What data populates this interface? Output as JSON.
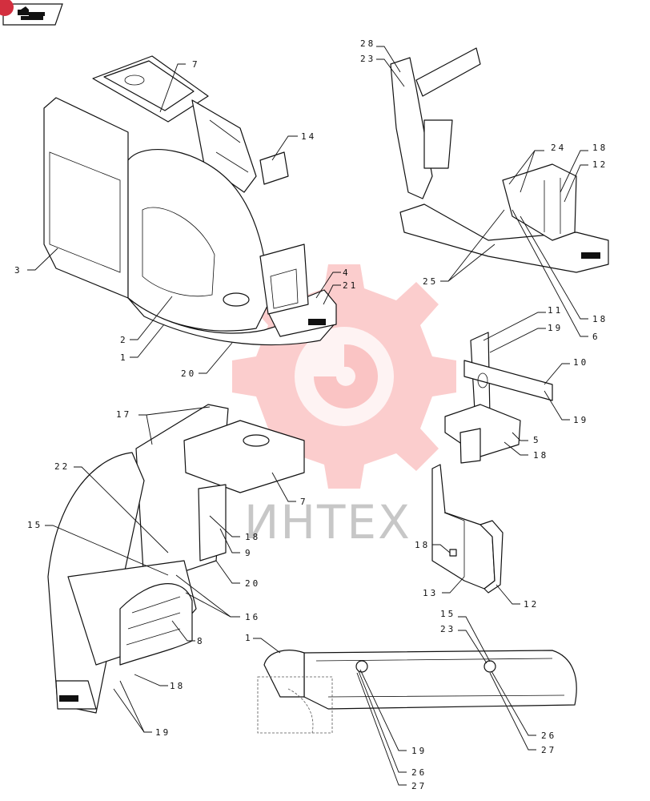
{
  "header": {
    "page_badge_icon": "page-badge-icon",
    "nav_icon": "hand-pointer-icon"
  },
  "watermark": {
    "text": "ИНТЕХ",
    "icon": "gear-logo-icon",
    "color": "#f25a5a"
  },
  "labels": {
    "d1": [
      "7",
      "14",
      "3",
      "2",
      "1",
      "20",
      "4",
      "21"
    ],
    "d2": [
      "28",
      "23",
      "24",
      "18",
      "12",
      "25",
      "18",
      "6"
    ],
    "d3": [
      "11",
      "19",
      "10",
      "19",
      "5",
      "18"
    ],
    "d4": [
      "17",
      "7",
      "22",
      "15",
      "18",
      "9",
      "20",
      "16",
      "8",
      "18",
      "19"
    ],
    "d5": [
      "18",
      "13",
      "12"
    ],
    "d6": [
      "1",
      "15",
      "23",
      "19",
      "26",
      "27",
      "26",
      "27"
    ]
  }
}
